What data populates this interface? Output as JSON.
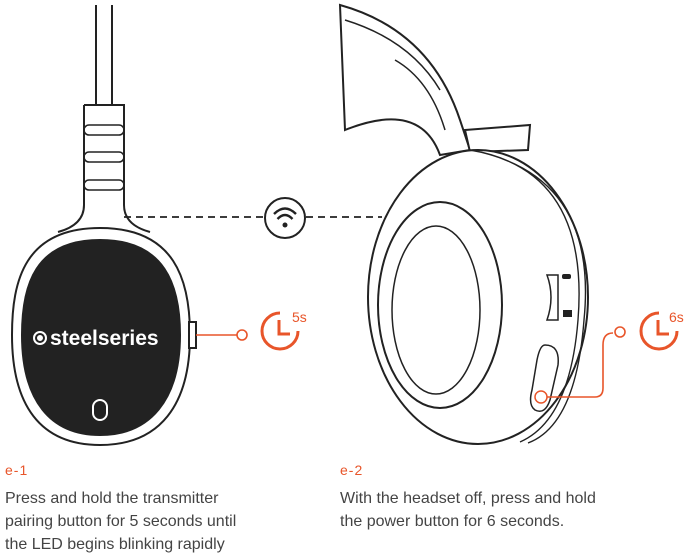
{
  "accent_color": "#e8552a",
  "transmitter": {
    "logo_text": "steelseries",
    "timer_label": "5s"
  },
  "headset": {
    "timer_label": "6s"
  },
  "steps": [
    {
      "id": "e-1",
      "text": "Press and hold the transmitter\npairing button for 5 seconds until\nthe LED begins blinking rapidly"
    },
    {
      "id": "e-2",
      "text": "With the headset off, press and hold\nthe power button for 6 seconds."
    }
  ]
}
